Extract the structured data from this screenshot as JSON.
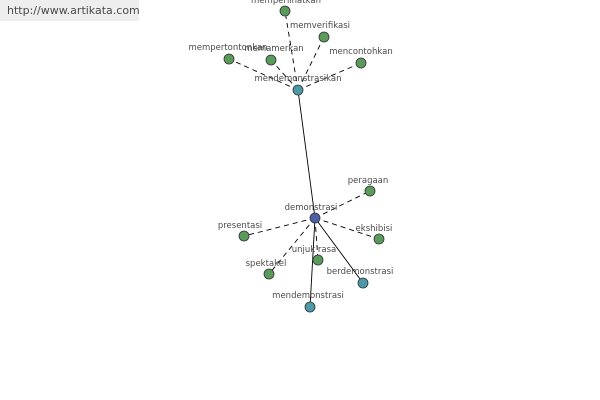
{
  "url": "http://www.artikata.com",
  "colors": {
    "related": "#5a9a5a",
    "derived": "#4b9aa6",
    "root": "#4d5fa8",
    "edge": "#000000"
  },
  "nodes": [
    {
      "id": "mempertontonkan",
      "label": "mempertontonkan",
      "kind": "related"
    },
    {
      "id": "memamerkan",
      "label": "memamerkan",
      "kind": "related"
    },
    {
      "id": "memperlihatkan",
      "label": "memperlihatkan",
      "kind": "related"
    },
    {
      "id": "memverifikasi",
      "label": "memverifikasi",
      "kind": "related"
    },
    {
      "id": "mencontohkan",
      "label": "mencontohkan",
      "kind": "related"
    },
    {
      "id": "mendemonstrasikan",
      "label": "mendemonstrasikan",
      "kind": "derived"
    },
    {
      "id": "demonstrasi",
      "label": "demonstrasi",
      "kind": "root"
    },
    {
      "id": "peragaan",
      "label": "peragaan",
      "kind": "related"
    },
    {
      "id": "presentasi",
      "label": "presentasi",
      "kind": "related"
    },
    {
      "id": "ekshibisi",
      "label": "ekshibisi",
      "kind": "related"
    },
    {
      "id": "unjuk-rasa",
      "label": "unjuk rasa",
      "kind": "related"
    },
    {
      "id": "spektakel",
      "label": "spektakel",
      "kind": "related"
    },
    {
      "id": "berdemonstrasi",
      "label": "berdemonstrasi",
      "kind": "derived"
    },
    {
      "id": "mendemonstrasi",
      "label": "mendemonstrasi",
      "kind": "derived"
    }
  ],
  "edges": [
    {
      "from": "mendemonstrasikan",
      "to": "mempertontonkan",
      "style": "dashed"
    },
    {
      "from": "mendemonstrasikan",
      "to": "memamerkan",
      "style": "dashed"
    },
    {
      "from": "mendemonstrasikan",
      "to": "memperlihatkan",
      "style": "dashed"
    },
    {
      "from": "mendemonstrasikan",
      "to": "memverifikasi",
      "style": "dashed"
    },
    {
      "from": "mendemonstrasikan",
      "to": "mencontohkan",
      "style": "dashed"
    },
    {
      "from": "demonstrasi",
      "to": "mendemonstrasikan",
      "style": "solid"
    },
    {
      "from": "demonstrasi",
      "to": "peragaan",
      "style": "dashed"
    },
    {
      "from": "demonstrasi",
      "to": "presentasi",
      "style": "dashed"
    },
    {
      "from": "demonstrasi",
      "to": "ekshibisi",
      "style": "dashed"
    },
    {
      "from": "demonstrasi",
      "to": "unjuk-rasa",
      "style": "dashed"
    },
    {
      "from": "demonstrasi",
      "to": "spektakel",
      "style": "dashed"
    },
    {
      "from": "demonstrasi",
      "to": "berdemonstrasi",
      "style": "solid"
    },
    {
      "from": "demonstrasi",
      "to": "mendemonstrasi",
      "style": "solid"
    }
  ]
}
